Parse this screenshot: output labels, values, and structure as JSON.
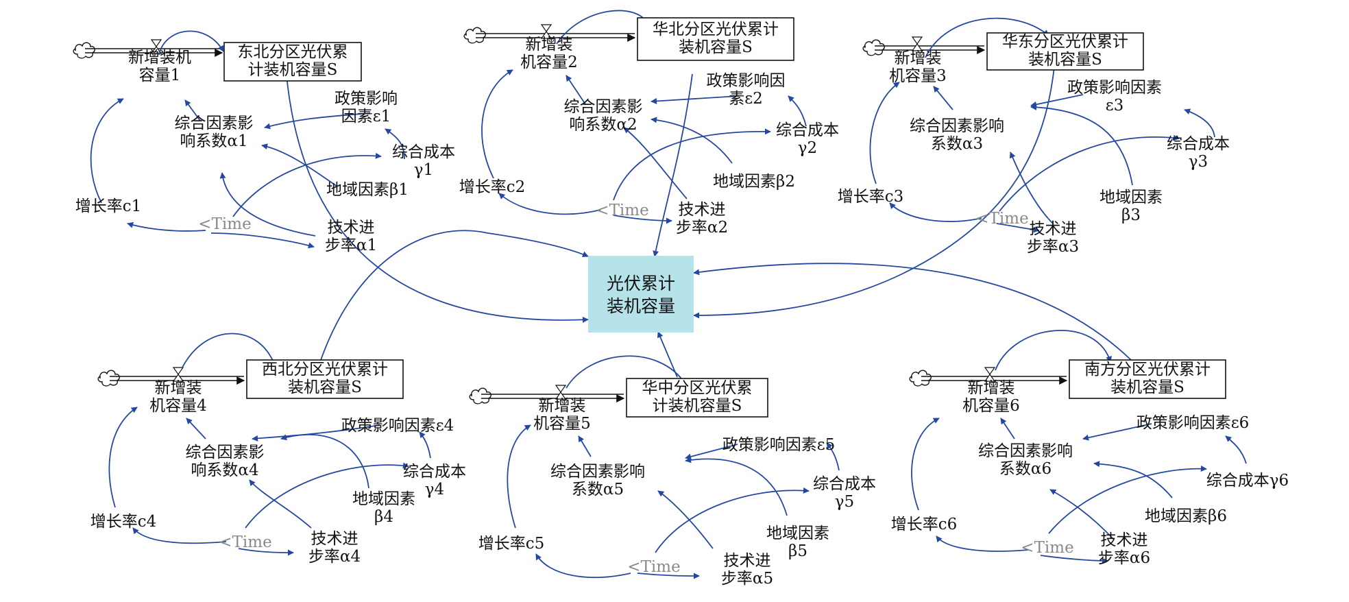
{
  "center": {
    "lines": [
      "光伏累计",
      "装机容量"
    ],
    "fill": "#b6e3ea"
  },
  "colors": {
    "link": "#2448a0",
    "stock_border": "#111111",
    "time_text": "#8a8a8a"
  },
  "icons": {
    "source": "cloud-icon",
    "rate": "valve-icon"
  },
  "regions": [
    {
      "stock": [
        "东北分区光伏累",
        "计装机容量S"
      ],
      "rate": [
        "新增装机",
        "容量1"
      ],
      "factor": [
        "综合因素影",
        "响系数α1"
      ],
      "policy": [
        "政策影响",
        "因素ε1"
      ],
      "cost": [
        "综合成本",
        "γ1"
      ],
      "geo": [
        "地域因素β1"
      ],
      "tech": [
        "技术进",
        "步率α1"
      ],
      "growth": [
        "增长率c1"
      ],
      "time": "<Time"
    },
    {
      "stock": [
        "华北分区光伏累计",
        "装机容量S"
      ],
      "rate": [
        "新增装",
        "机容量2"
      ],
      "factor": [
        "综合因素影",
        "响系数α2"
      ],
      "policy": [
        "政策影响因",
        "素ε2"
      ],
      "cost": [
        "综合成本",
        "γ2"
      ],
      "geo": [
        "地域因素β2"
      ],
      "tech": [
        "技术进",
        "步率α2"
      ],
      "growth": [
        "增长率c2"
      ],
      "time": "<Time"
    },
    {
      "stock": [
        "华东分区光伏累计",
        "装机容量S"
      ],
      "rate": [
        "新增装",
        "机容量3"
      ],
      "factor": [
        "综合因素影响",
        "系数α3"
      ],
      "policy": [
        "政策影响因素",
        "ε3"
      ],
      "cost": [
        "综合成本",
        "γ3"
      ],
      "geo": [
        "地域因素",
        "β3"
      ],
      "tech": [
        "技术进",
        "步率α3"
      ],
      "growth": [
        "增长率c3"
      ],
      "time": "<Time"
    },
    {
      "stock": [
        "西北分区光伏累计",
        "装机容量S"
      ],
      "rate": [
        "新增装",
        "机容量4"
      ],
      "factor": [
        "综合因素影",
        "响系数α4"
      ],
      "policy": [
        "政策影响因素ε4"
      ],
      "cost": [
        "综合成本",
        "γ4"
      ],
      "geo": [
        "地域因素",
        "β4"
      ],
      "tech": [
        "技术进",
        "步率α4"
      ],
      "growth": [
        "增长率c4"
      ],
      "time": "<Time"
    },
    {
      "stock": [
        "华中分区光伏累",
        "计装机容量S"
      ],
      "rate": [
        "新增装",
        "机容量5"
      ],
      "factor": [
        "综合因素影响",
        "系数α5"
      ],
      "policy": [
        "政策影响因素ε5"
      ],
      "cost": [
        "综合成本",
        "γ5"
      ],
      "geo": [
        "地域因素",
        "β5"
      ],
      "tech": [
        "技术进",
        "步率α5"
      ],
      "growth": [
        "增长率c5"
      ],
      "time": "<Time"
    },
    {
      "stock": [
        "南方分区光伏累计",
        "装机容量S"
      ],
      "rate": [
        "新增装",
        "机容量6"
      ],
      "factor": [
        "综合因素影响",
        "系数α6"
      ],
      "policy": [
        "政策影响因素ε6"
      ],
      "cost": [
        "综合成本γ6"
      ],
      "geo": [
        "地域因素β6"
      ],
      "tech": [
        "技术进",
        "步率α6"
      ],
      "growth": [
        "增长率c6"
      ],
      "time": "<Time"
    }
  ]
}
